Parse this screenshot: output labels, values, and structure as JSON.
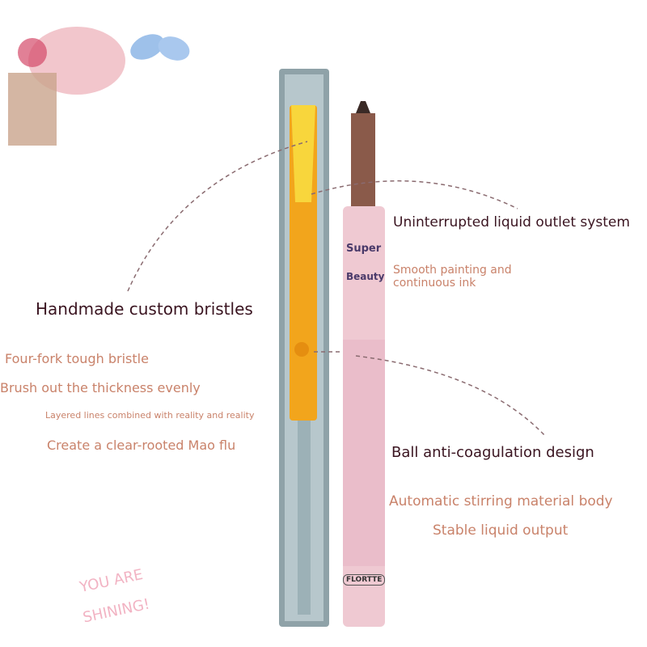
{
  "left_labels": {
    "heading": "Handmade custom bristles",
    "line1": "Four-fork tough bristle",
    "line2": "Brush out the thickness evenly",
    "line3": "Layered lines combined with reality and reality",
    "line4": "Create a clear-rooted Mao flu"
  },
  "right_labels": {
    "heading1": "Uninterrupted liquid outlet system",
    "sub1": "Smooth painting and",
    "sub1b": "continuous ink",
    "heading2": "Ball anti-coagulation design",
    "sub2": "Automatic stirring material body",
    "sub2b": "Stable liquid output"
  },
  "pen": {
    "brand": "FLORTTE",
    "label_top": "Super",
    "label_bottom": "Beauty"
  },
  "decor": {
    "line1": "YOU ARE",
    "line2": "SHINING!"
  },
  "colors": {
    "dark": "#3a1420",
    "warm": "#c9826a",
    "pink": "#efc9d2",
    "orange": "#f2a51c",
    "shell": "#8fa2a8"
  }
}
